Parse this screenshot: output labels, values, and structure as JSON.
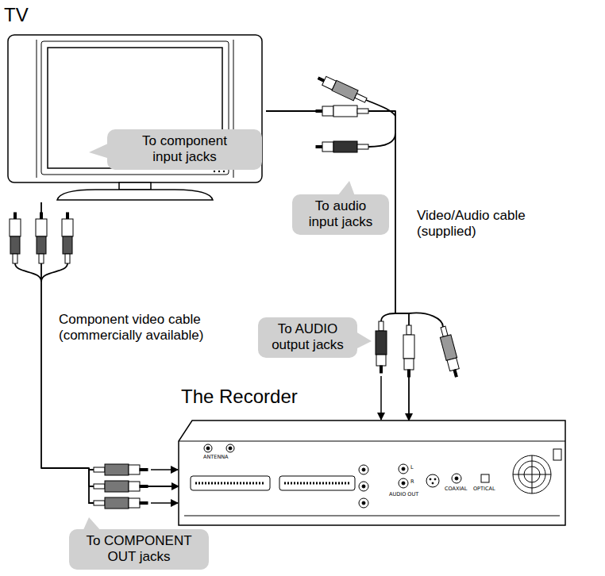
{
  "diagram": {
    "nodes": [
      {
        "text": [
          "TV"
        ]
      },
      {
        "text": [
          "To component input jacks"
        ]
      },
      {
        "text": [
          "To audio input jacks"
        ]
      },
      {
        "text": [
          "To AUDIO output jacks"
        ]
      },
      {
        "text": [
          "The Recorder"
        ]
      },
      {
        "text": [
          "To COMPONENT OUT jacks"
        ]
      }
    ],
    "edges": [
      {
        "from": 0,
        "to": 4,
        "arrow": "to",
        "label": "Component video cable (commercially available)"
      },
      {
        "from": 0,
        "to": 4,
        "arrow": "to",
        "label": "Video/Audio cable (supplied)"
      }
    ],
    "labels": [
      "ANTENNA",
      "L",
      "R",
      "AUDIO OUT",
      "COAXIAL",
      "OPTICAL"
    ]
  }
}
